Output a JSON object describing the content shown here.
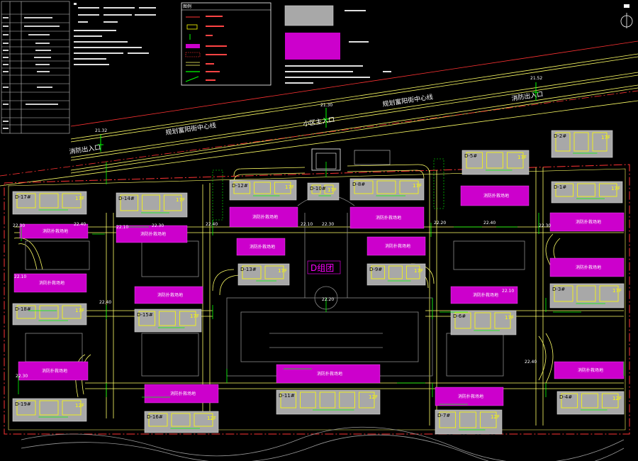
{
  "colors": {
    "background": "#000000",
    "road": "#ffff66",
    "green": "#00ff00",
    "building": "#a8a8a8",
    "building_outline": "#ffff00",
    "fire_zone": "#cc00cc",
    "site_boundary": "#ff3333",
    "white": "#ffffff",
    "cyan": "#00ffff"
  },
  "street_labels": {
    "upper": "规划富阳街中心线",
    "lower": "规划富阳街中心线"
  },
  "entrances": {
    "left_fire": "消防出入口",
    "right_fire": "消防出入口",
    "main": "小区主入口"
  },
  "elevations": {
    "left_gate": "21.32",
    "main_gate": "21.30",
    "right_gate": "21.52"
  },
  "group_label": "D组团",
  "north_icon": "north-arrow-icon",
  "legend_title": "图例",
  "fire_zone_label": "消防扑救场地",
  "buildings": [
    {
      "name": "D-17#",
      "floors": "17F"
    },
    {
      "name": "D-14#",
      "floors": "17F"
    },
    {
      "name": "D-12#",
      "floors": "17F"
    },
    {
      "name": "D-10#",
      "floors": "17F"
    },
    {
      "name": "D-8#",
      "floors": "17F"
    },
    {
      "name": "D-5#",
      "floors": "17F"
    },
    {
      "name": "D-1#",
      "floors": "17F"
    },
    {
      "name": "D-2#",
      "floors": "17F"
    },
    {
      "name": "D-13#",
      "floors": "17F"
    },
    {
      "name": "D-9#",
      "floors": "17F"
    },
    {
      "name": "D-18#",
      "floors": "17F"
    },
    {
      "name": "D-15#",
      "floors": "17F"
    },
    {
      "name": "D-6#",
      "floors": "17F"
    },
    {
      "name": "D-3#",
      "floors": "17F"
    },
    {
      "name": "D-19#",
      "floors": "12F"
    },
    {
      "name": "D-16#",
      "floors": "12F"
    },
    {
      "name": "D-11#",
      "floors": "12F"
    },
    {
      "name": "D-7#",
      "floors": "12F"
    },
    {
      "name": "D-4#",
      "floors": "12F"
    }
  ],
  "point_elevations": [
    "22.30",
    "22.40",
    "22.10",
    "22.30",
    "22.40",
    "22.10",
    "22.30",
    "22.20",
    "22.40",
    "22.30",
    "22.10",
    "22.40",
    "22.20",
    "22.10",
    "22.30",
    "22.40"
  ]
}
